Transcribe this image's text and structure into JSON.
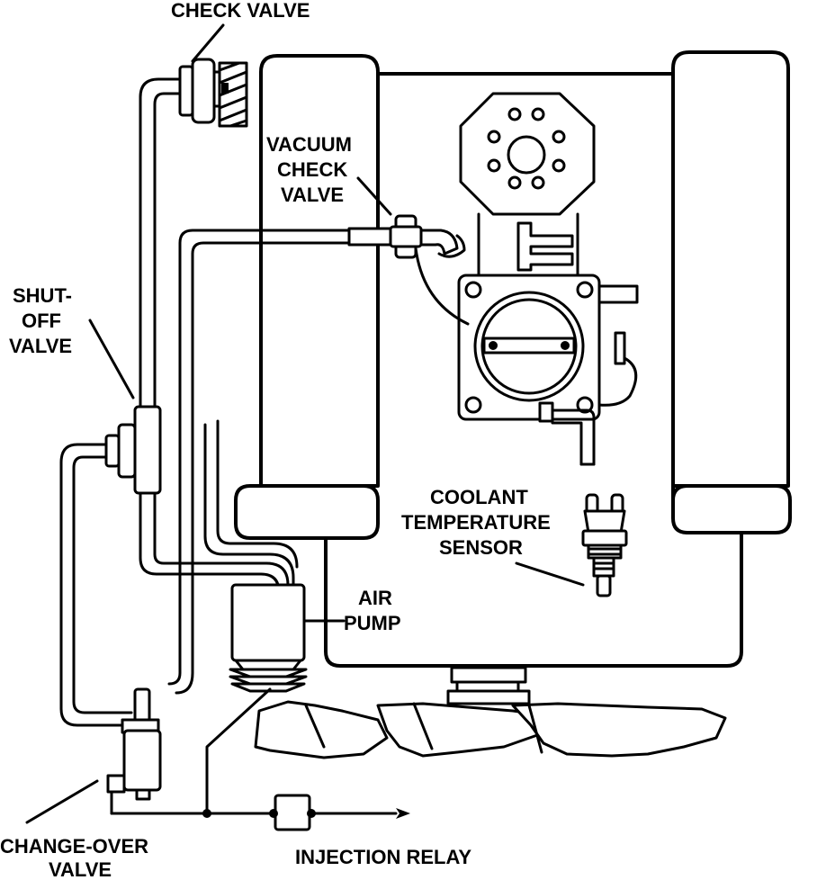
{
  "colors": {
    "line": "#000000",
    "background": "#ffffff"
  },
  "labels": {
    "check_valve": "CHECK VALVE",
    "vacuum_check_valve": [
      "VACUUM",
      "CHECK",
      "VALVE"
    ],
    "shut_off_valve": [
      "SHUT-",
      "OFF",
      "VALVE"
    ],
    "coolant_temperature_sensor": [
      "COOLANT",
      "TEMPERATURE",
      "SENSOR"
    ],
    "air_pump": [
      "AIR",
      "PUMP"
    ],
    "change_over_valve": [
      "CHANGE-OVER",
      "VALVE"
    ],
    "injection_relay": "INJECTION RELAY"
  }
}
